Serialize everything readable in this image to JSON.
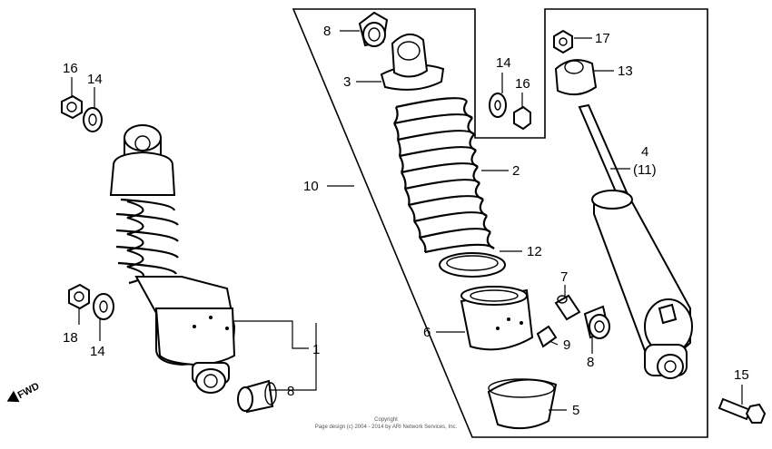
{
  "labels": {
    "l16a": "16",
    "l14a": "14",
    "l18": "18",
    "l14b": "14",
    "l1": "1",
    "l8a": "8",
    "l8b": "8",
    "l3": "3",
    "l10": "10",
    "l2": "2",
    "l12": "12",
    "l6": "6",
    "l14c": "14",
    "l16b": "16",
    "l17": "17",
    "l13": "13",
    "l4": "4",
    "l11": "(11)",
    "l7": "7",
    "l9": "9",
    "l8c": "8",
    "l5": "5",
    "l15": "15"
  },
  "fwd_label": "FWD",
  "copyright": {
    "line1": "Copyright",
    "line2": "Page design (c) 2004 - 2014 by ARI Network Services, Inc."
  }
}
